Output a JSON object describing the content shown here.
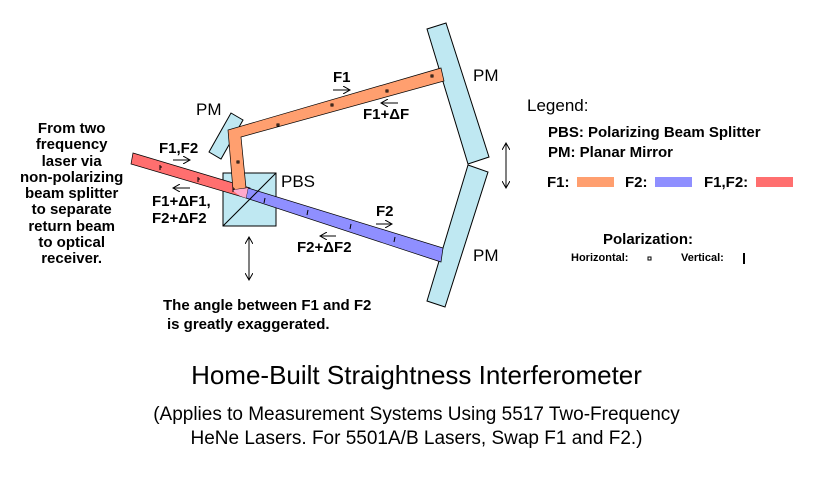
{
  "labels": {
    "source": [
      "From two",
      "frequency",
      "laser via",
      "non-polarizing",
      "beam splitter",
      "to separate",
      "return beam",
      "to optical",
      "receiver."
    ],
    "f1f2": "F1,F2",
    "return1": "F1+ΔF1,",
    "return2": "F2+ΔF2",
    "pm_small": "PM",
    "pbs": "PBS",
    "f1": "F1",
    "f1_return": "F1+ΔF",
    "f2": "F2",
    "f2_return": "F2+ΔF2",
    "pm_top": "PM",
    "pm_bottom": "PM",
    "note1": "The angle between F1 and F2",
    "note2": "is greatly exaggerated."
  },
  "legend": {
    "title": "Legend:",
    "pbs": "PBS: Polarizing Beam Splitter",
    "pm": "PM: Planar Mirror",
    "f1": "F1:",
    "f2": "F2:",
    "f1f2": "F1,F2:",
    "polarization": "Polarization:",
    "horizontal": "Horizontal:",
    "vertical": "Vertical:"
  },
  "title": "Home-Built Straightness Interferometer",
  "subtitle1": "(Applies to Measurement Systems Using 5517 Two-Frequency",
  "subtitle2": "HeNe Lasers.  For 5501A/B Lasers, Swap F1 and F2.)",
  "colors": {
    "f1": "#ff9f6f",
    "f2": "#8f8fff",
    "f1f2": "#ff6f6f",
    "optic": "#bfe8f2"
  }
}
